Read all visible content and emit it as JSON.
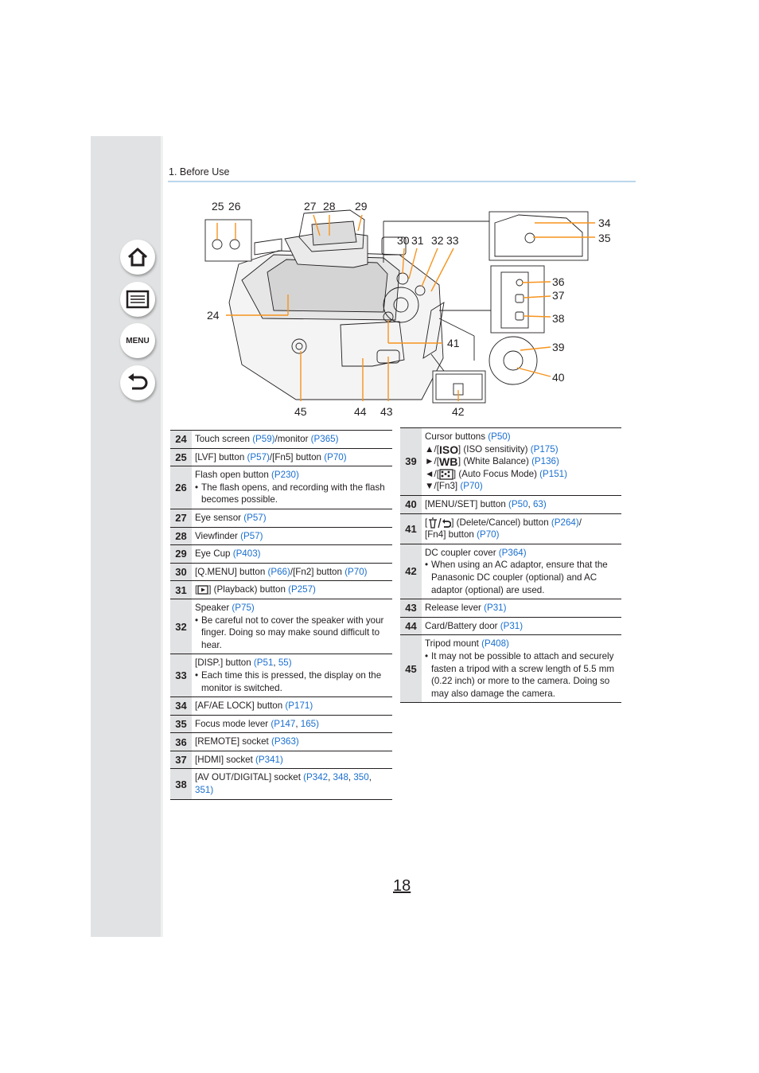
{
  "chapter": "1. Before Use",
  "page_number": "18",
  "nav": {
    "home_icon": "home-icon",
    "toc_icon": "list-icon",
    "menu_label": "MENU",
    "back_icon": "back-arrow-icon"
  },
  "callouts": [
    "25",
    "26",
    "27",
    "28",
    "29",
    "30",
    "31",
    "32",
    "33",
    "34",
    "35",
    "36",
    "37",
    "38",
    "24",
    "39",
    "40",
    "41",
    "42",
    "43",
    "44",
    "45"
  ],
  "left_rows": [
    {
      "num": "24",
      "lines": [
        [
          {
            "t": "Touch screen "
          },
          {
            "t": "(P59)",
            "link": true
          },
          {
            "t": "/monitor "
          },
          {
            "t": "(P365)",
            "link": true
          }
        ]
      ]
    },
    {
      "num": "25",
      "lines": [
        [
          {
            "t": "[LVF] button "
          },
          {
            "t": "(P57)",
            "link": true
          },
          {
            "t": "/[Fn5] button "
          },
          {
            "t": "(P70)",
            "link": true
          }
        ]
      ]
    },
    {
      "num": "26",
      "lines": [
        [
          {
            "t": "Flash open button "
          },
          {
            "t": "(P230)",
            "link": true
          }
        ]
      ],
      "bullets": [
        "The flash opens, and recording with the flash becomes possible."
      ]
    },
    {
      "num": "27",
      "lines": [
        [
          {
            "t": "Eye sensor "
          },
          {
            "t": "(P57)",
            "link": true
          }
        ]
      ]
    },
    {
      "num": "28",
      "lines": [
        [
          {
            "t": "Viewfinder "
          },
          {
            "t": "(P57)",
            "link": true
          }
        ]
      ]
    },
    {
      "num": "29",
      "lines": [
        [
          {
            "t": "Eye Cup "
          },
          {
            "t": "(P403)",
            "link": true
          }
        ]
      ]
    },
    {
      "num": "30",
      "lines": [
        [
          {
            "t": "[Q.MENU] button "
          },
          {
            "t": "(P66)",
            "link": true
          },
          {
            "t": "/[Fn2] button "
          },
          {
            "t": "(P70)",
            "link": true
          }
        ]
      ]
    },
    {
      "num": "31",
      "lines": [
        [
          {
            "t": "["
          },
          {
            "icon": "playback"
          },
          {
            "t": "] (Playback) button "
          },
          {
            "t": "(P257)",
            "link": true
          }
        ]
      ]
    },
    {
      "num": "32",
      "lines": [
        [
          {
            "t": "Speaker "
          },
          {
            "t": "(P75)",
            "link": true
          }
        ]
      ],
      "bullets": [
        "Be careful not to cover the speaker with your finger. Doing so may make sound difficult to hear."
      ]
    },
    {
      "num": "33",
      "lines": [
        [
          {
            "t": "[DISP.] button "
          },
          {
            "t": "(P51",
            "link": true
          },
          {
            "t": ", "
          },
          {
            "t": "55)",
            "link": true
          }
        ]
      ],
      "bullets": [
        "Each time this is pressed, the display on the monitor is switched."
      ]
    },
    {
      "num": "34",
      "lines": [
        [
          {
            "t": "[AF/AE LOCK] button "
          },
          {
            "t": "(P171)",
            "link": true
          }
        ]
      ]
    },
    {
      "num": "35",
      "lines": [
        [
          {
            "t": "Focus mode lever "
          },
          {
            "t": "(P147",
            "link": true
          },
          {
            "t": ", "
          },
          {
            "t": "165)",
            "link": true
          }
        ]
      ]
    },
    {
      "num": "36",
      "lines": [
        [
          {
            "t": "[REMOTE] socket "
          },
          {
            "t": "(P363)",
            "link": true
          }
        ]
      ]
    },
    {
      "num": "37",
      "lines": [
        [
          {
            "t": "[HDMI] socket "
          },
          {
            "t": "(P341)",
            "link": true
          }
        ]
      ]
    },
    {
      "num": "38",
      "lines": [
        [
          {
            "t": "[AV OUT/DIGITAL] socket "
          },
          {
            "t": "(P342",
            "link": true
          },
          {
            "t": ", "
          },
          {
            "t": "348",
            "link": true
          },
          {
            "t": ", "
          },
          {
            "t": "350",
            "link": true
          },
          {
            "t": ", "
          }
        ],
        [
          {
            "t": "351)",
            "link": true
          }
        ]
      ]
    }
  ],
  "right_rows": [
    {
      "num": "39",
      "lines": [
        [
          {
            "t": "Cursor buttons "
          },
          {
            "t": "(P50)",
            "link": true
          }
        ],
        [
          {
            "t": "▲/["
          },
          {
            "icon": "iso"
          },
          {
            "t": "] (ISO sensitivity) "
          },
          {
            "t": "(P175)",
            "link": true
          }
        ],
        [
          {
            "t": "►/["
          },
          {
            "icon": "wb"
          },
          {
            "t": "] (White Balance) "
          },
          {
            "t": "(P136)",
            "link": true
          }
        ],
        [
          {
            "t": "◄/["
          },
          {
            "icon": "af"
          },
          {
            "t": "] (Auto Focus Mode) "
          },
          {
            "t": "(P151)",
            "link": true
          }
        ],
        [
          {
            "t": "▼/[Fn3] "
          },
          {
            "t": "(P70)",
            "link": true
          }
        ]
      ]
    },
    {
      "num": "40",
      "lines": [
        [
          {
            "t": "[MENU/SET] button "
          },
          {
            "t": "(P50",
            "link": true
          },
          {
            "t": ", "
          },
          {
            "t": "63)",
            "link": true
          }
        ]
      ]
    },
    {
      "num": "41",
      "lines": [
        [
          {
            "t": "["
          },
          {
            "icon": "trash"
          },
          {
            "t": "] (Delete/Cancel) button "
          },
          {
            "t": "(P264)",
            "link": true
          },
          {
            "t": "/"
          }
        ],
        [
          {
            "t": "[Fn4] button "
          },
          {
            "t": "(P70)",
            "link": true
          }
        ]
      ]
    },
    {
      "num": "42",
      "lines": [
        [
          {
            "t": "DC coupler cover "
          },
          {
            "t": "(P364)",
            "link": true
          }
        ]
      ],
      "bullets": [
        "When using an AC adaptor, ensure that the Panasonic DC coupler (optional) and AC adaptor (optional) are used."
      ]
    },
    {
      "num": "43",
      "lines": [
        [
          {
            "t": "Release lever "
          },
          {
            "t": "(P31)",
            "link": true
          }
        ]
      ]
    },
    {
      "num": "44",
      "lines": [
        [
          {
            "t": "Card/Battery door "
          },
          {
            "t": "(P31)",
            "link": true
          }
        ]
      ]
    },
    {
      "num": "45",
      "lines": [
        [
          {
            "t": "Tripod mount "
          },
          {
            "t": "(P408)",
            "link": true
          }
        ]
      ],
      "bullets": [
        "It may not be possible to attach and securely fasten a tripod with a screw length of 5.5 mm (0.22 inch) or more to the camera. Doing so may also damage the camera."
      ]
    }
  ],
  "colors": {
    "callout_line": "#f7941d",
    "sidebar": "#e1e2e3",
    "rule": "#b9d7ec",
    "link": "#1a6fd0"
  }
}
